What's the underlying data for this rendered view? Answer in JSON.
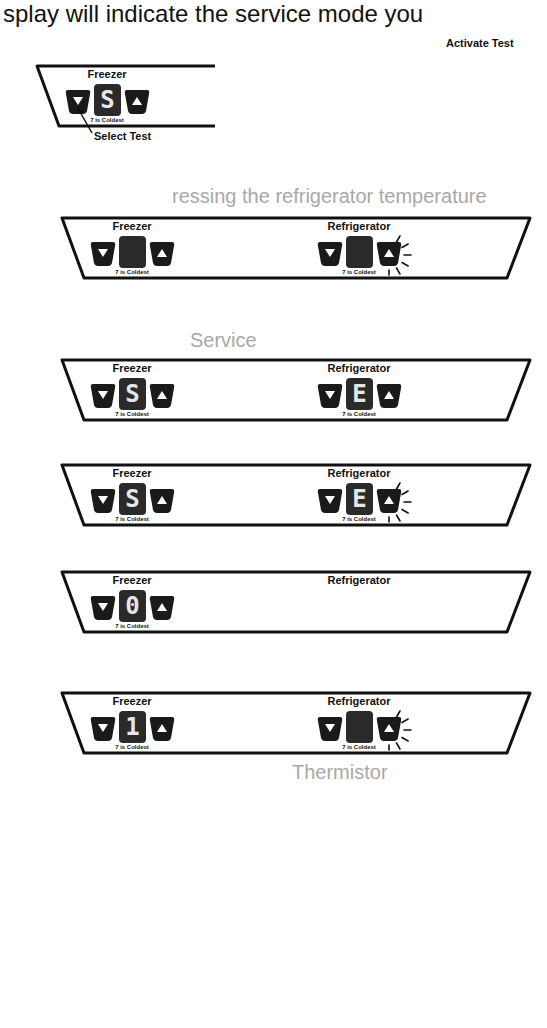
{
  "diagram": {
    "nodes": [
      {
        "text": [
          "Freezer",
          "S",
          "7 is Coldest"
        ]
      },
      {
        "text": [
          "Freezer",
          "7 is Coldest",
          "Refrigerator",
          "7 is Coldest"
        ]
      },
      {
        "text": [
          "Freezer",
          "S",
          "7 is Coldest",
          "Refrigerator",
          "E",
          "7 is Coldest"
        ]
      },
      {
        "text": [
          "Freezer",
          "S",
          "7 is Coldest",
          "Refrigerator",
          "E",
          "7 is Coldest"
        ]
      },
      {
        "text": [
          "Freezer",
          "0",
          "7 is Coldest",
          "Refrigerator"
        ]
      },
      {
        "text": [
          "Freezer",
          "1",
          "7 is Coldest",
          "Refrigerator",
          "7 is Coldest"
        ]
      }
    ],
    "labels": [
      "splay will indicate the service mode you",
      "Activate Test",
      "Select Test",
      "ressing the refrigerator temperature",
      "Service",
      "Thermistor"
    ]
  }
}
